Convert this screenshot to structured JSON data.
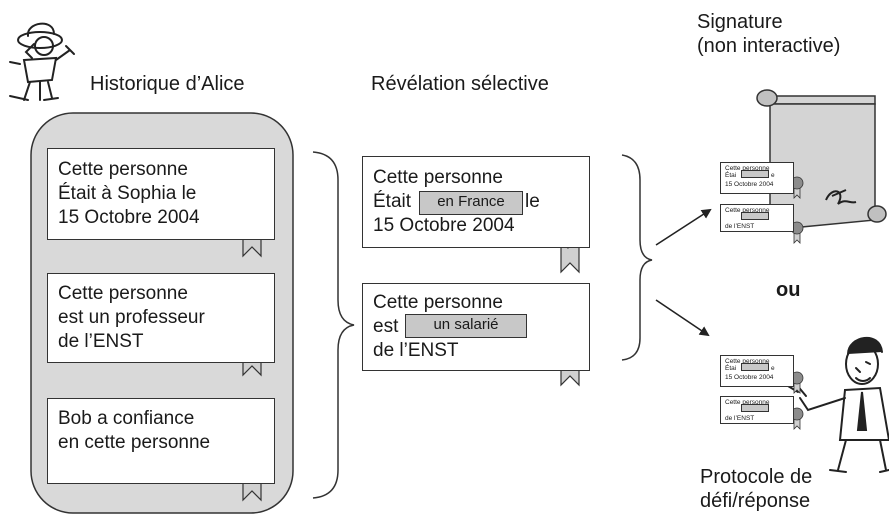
{
  "titles": {
    "history": "Historique d’Alice",
    "revelation": "Révélation sélective",
    "signature_line1": "Signature",
    "signature_line2": "(non interactive)",
    "or": "ou",
    "protocol_line1": "Protocole de",
    "protocol_line2": "défi/réponse"
  },
  "history_cards": [
    {
      "lines": [
        "Cette personne",
        "Était à Sophia le",
        "15 Octobre 2004"
      ]
    },
    {
      "lines": [
        "Cette personne",
        "est un professeur",
        "de l’ENST"
      ]
    },
    {
      "lines": [
        "Bob a confiance",
        "en cette personne"
      ]
    }
  ],
  "revealed_cards": [
    {
      "line1": "Cette personne",
      "line2_prefix": "Était",
      "redacted": "en France",
      "line2_suffix": "le",
      "line3": "15 Octobre 2004"
    },
    {
      "line1": "Cette personne",
      "line2_prefix": "est",
      "redacted": "un salarié",
      "line3": "de l’ENST"
    }
  ],
  "mini_cards": {
    "line1": "Cette personne",
    "line2_prefix": "Étai",
    "line2_suffix": "e",
    "line3": "15 Octobre 2004",
    "line3_alt": "de l’ENST"
  },
  "colors": {
    "panel": "#d9d9d9",
    "redaction": "#c8c8c8",
    "seal": "#8c8c8c",
    "scroll": "#d4d4d4",
    "stroke": "#333333"
  }
}
